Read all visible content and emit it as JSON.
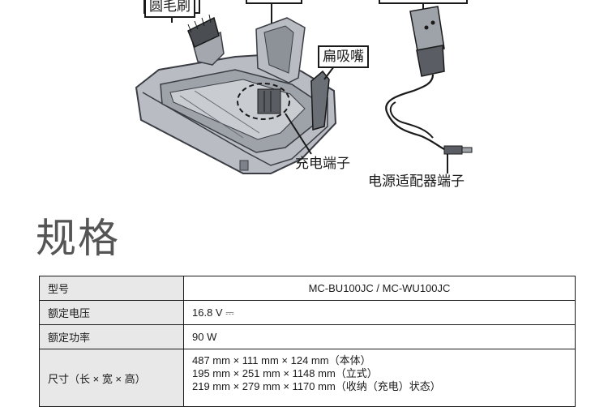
{
  "illustration": {
    "labels": {
      "round_brush": "圆毛刷",
      "flat_nozzle": "扁吸嘴",
      "charging_terminal": "充电端子",
      "adapter_terminal": "电源适配器端子"
    }
  },
  "section_title": "规格",
  "specs_table": {
    "rows": [
      {
        "key": "型号",
        "value": "MC-BU100JC / MC-WU100JC"
      },
      {
        "key": "额定电压",
        "value": "16.8 V ⎓"
      },
      {
        "key": "额定功率",
        "value": "90 W"
      },
      {
        "key": "尺寸（长 × 宽 × 高）",
        "values": [
          "487 mm × 111 mm × 124 mm（本体）",
          "195 mm × 251 mm × 1148 mm（立式）",
          "219 mm × 279 mm × 1170 mm（收纳（充电）状态）"
        ]
      }
    ]
  },
  "colors": {
    "heading": "#555555",
    "key_cell_bg": "#e8e8e8",
    "stand_fill": "#b9bcc2",
    "stand_dark": "#7d8189"
  }
}
